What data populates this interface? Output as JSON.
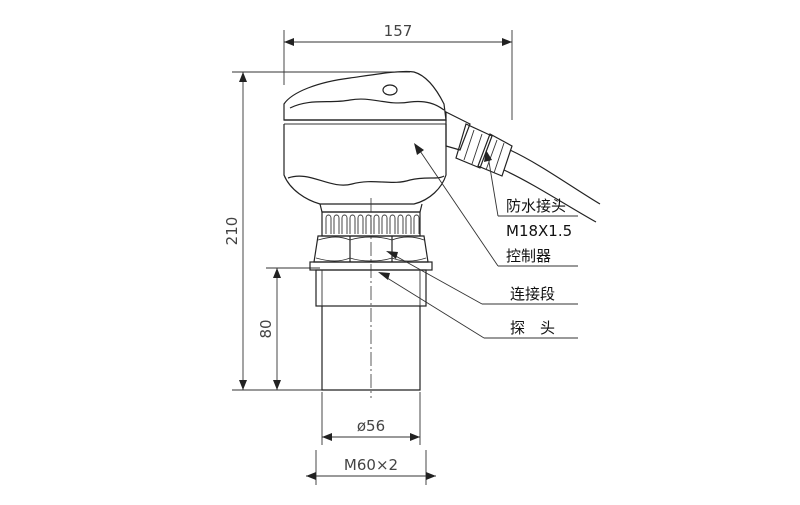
{
  "dimensions": {
    "width": "157",
    "height": "210",
    "probe_length": "80",
    "diameter": "ø56",
    "thread": "M60×2"
  },
  "labels": {
    "waterproof_connector": "防水接头",
    "connector_thread": "M18X1.5",
    "controller": "控制器",
    "connecting_section": "连接段",
    "probe": "探　头"
  }
}
